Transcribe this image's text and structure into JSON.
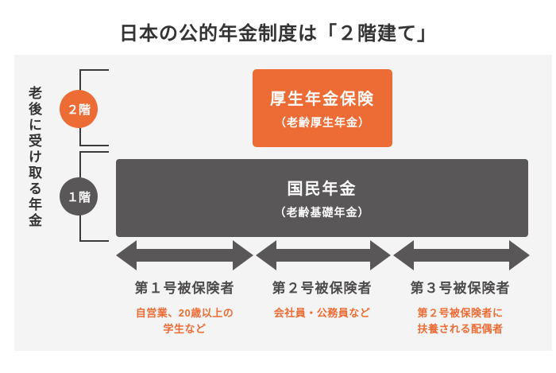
{
  "title": "日本の公的年金制度は「２階建て」",
  "left_axis_label": "老後に受け取る年金",
  "floors": [
    {
      "badge": "２階",
      "box": {
        "title": "厚生年金保険",
        "subtitle": "（老齢厚生年金）"
      }
    },
    {
      "badge": "１階",
      "box": {
        "title": "国民年金",
        "subtitle": "（老齢基礎年金）"
      }
    }
  ],
  "categories": [
    {
      "label": "第１号被保険者",
      "note": "自営業、20歳以上の\n学生など"
    },
    {
      "label": "第２号被保険者",
      "note": "会社員・公務員など"
    },
    {
      "label": "第３号被保険者",
      "note": "第２号被保険者に\n扶養される配偶者"
    }
  ],
  "colors": {
    "accent_orange": "#ed6c35",
    "dark_gray": "#595757",
    "panel_background": "#f4f4f4",
    "title_text": "#333333"
  }
}
